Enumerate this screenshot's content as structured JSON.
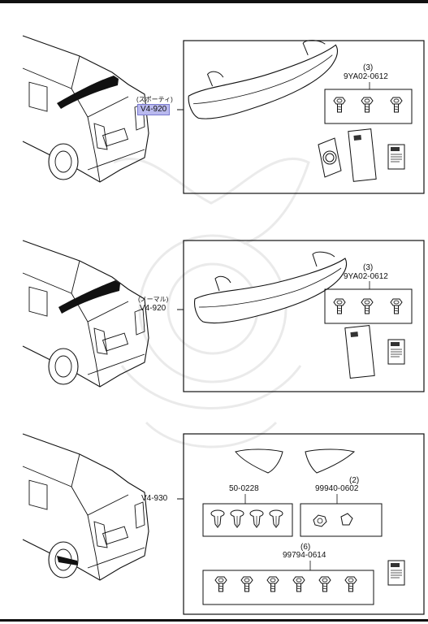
{
  "sections": [
    {
      "id": "sporty",
      "sub_label": "(スポーティ)",
      "part_no": "V4-920",
      "highlighted": true,
      "bolt_qty": "(3)",
      "bolt_no": "9YA02-0612"
    },
    {
      "id": "normal",
      "sub_label": "(ノーマル)",
      "part_no": "V4-920",
      "highlighted": false,
      "bolt_qty": "(3)",
      "bolt_no": "9YA02-0612"
    },
    {
      "id": "bumper",
      "part_no": "V4-930",
      "clip_no": "50-0228",
      "bolt_qty": "(2)",
      "bolt_no": "99940-0602",
      "screw_qty": "(6)",
      "screw_no": "99794-0614"
    }
  ],
  "colors": {
    "highlight": "#b9b9ee",
    "line": "#111111"
  },
  "icons": [
    "car-rear-icon",
    "spoiler-icon",
    "bolt-icon",
    "clip-icon",
    "manual-icon"
  ]
}
